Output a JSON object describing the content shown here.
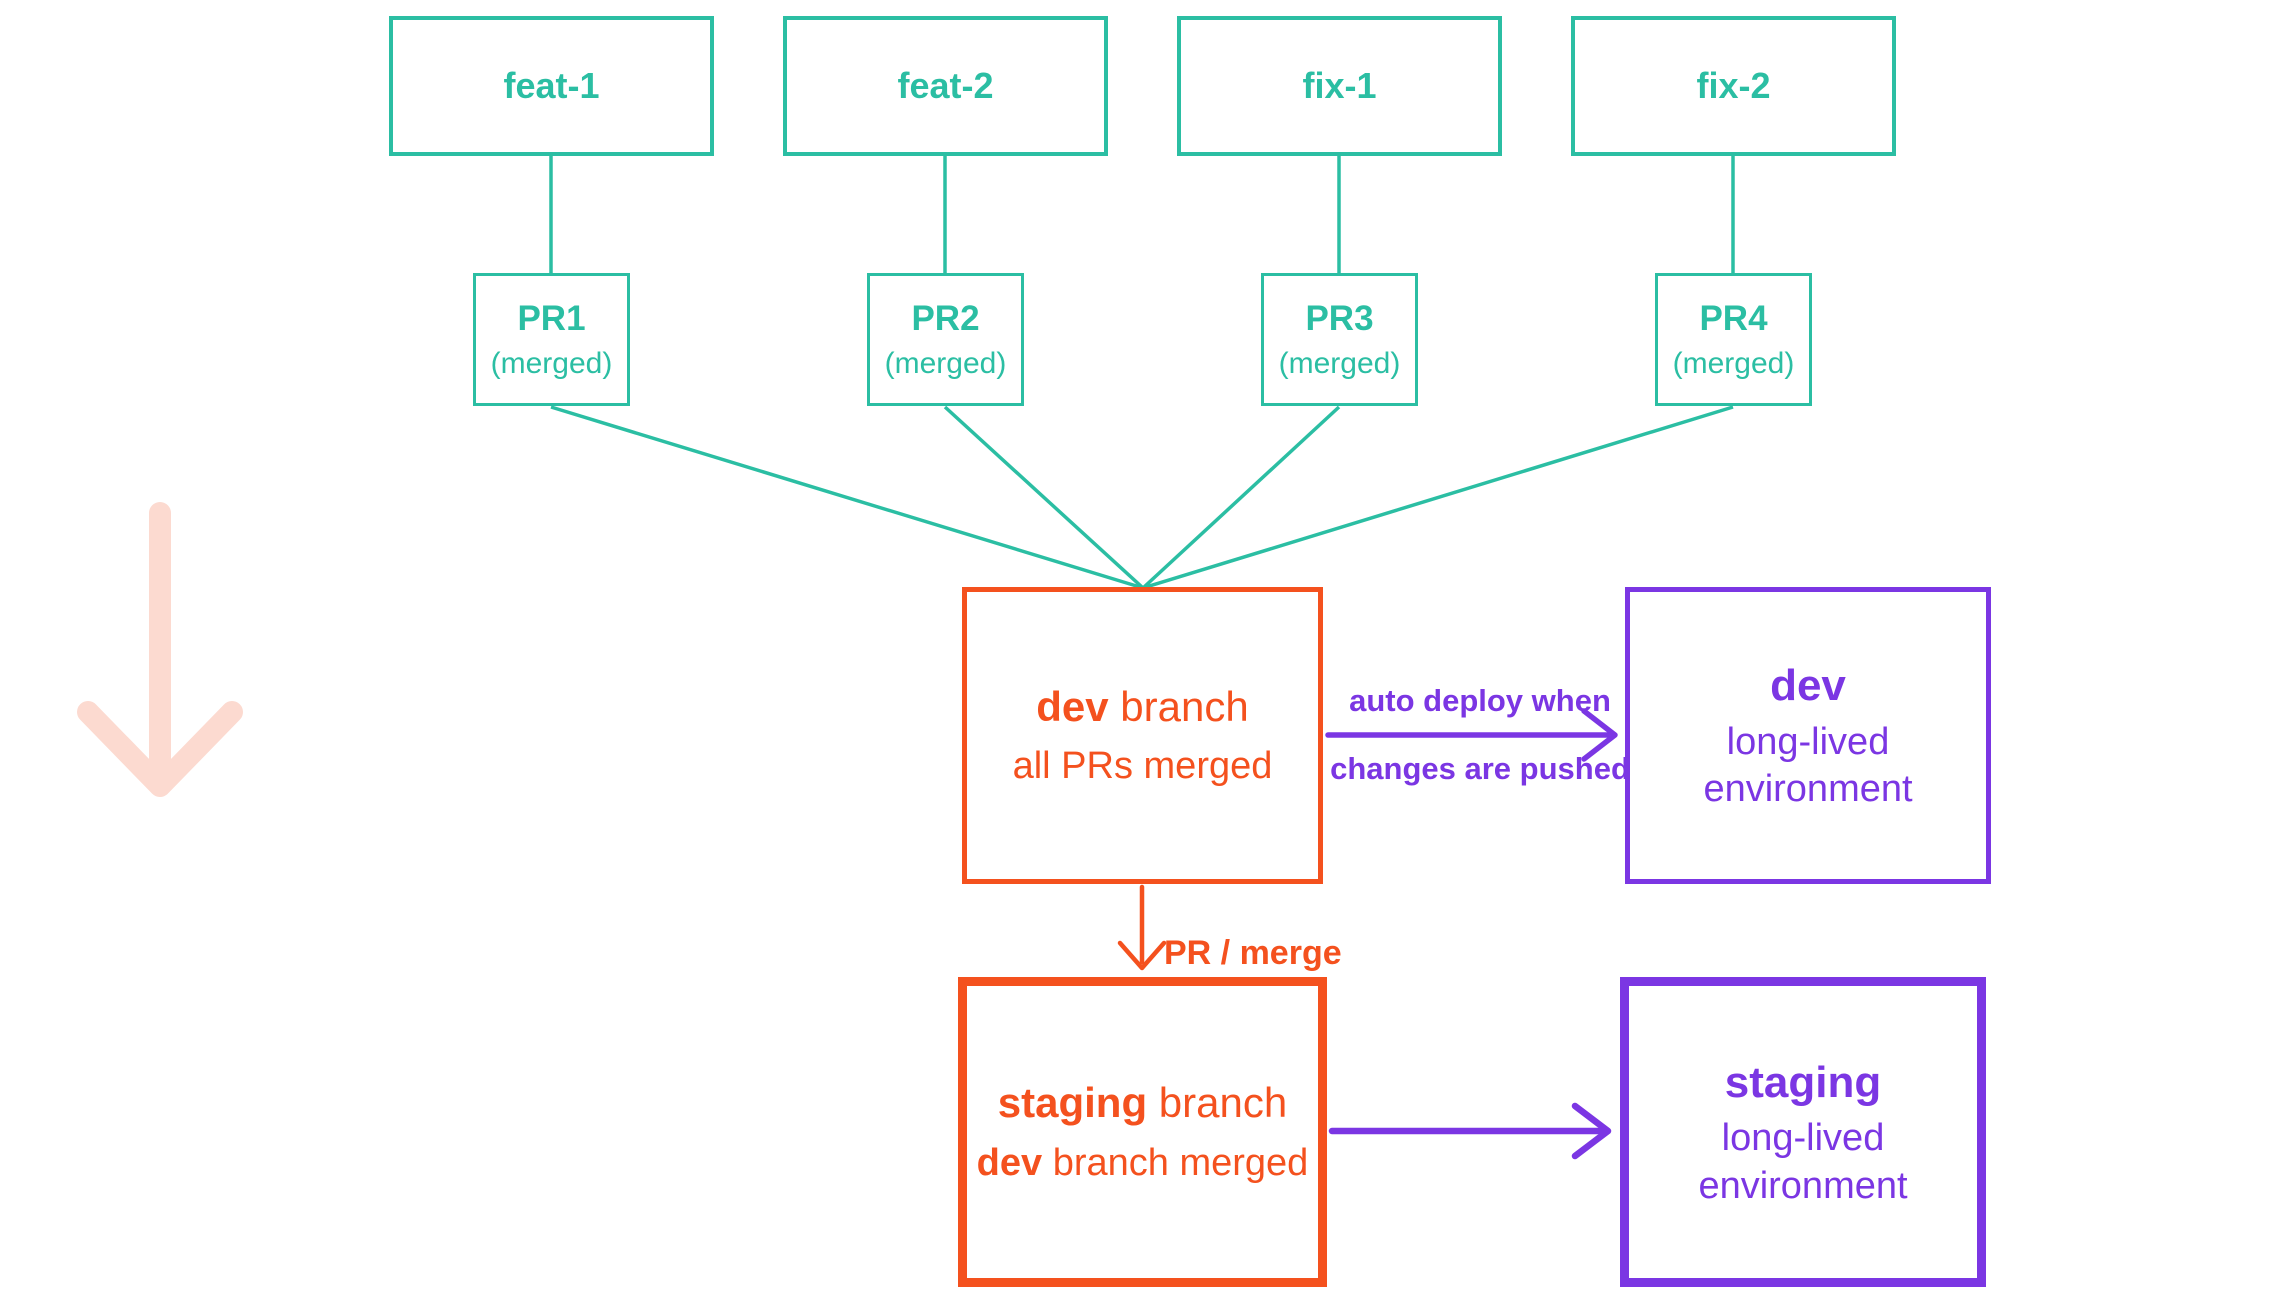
{
  "diagram": {
    "feature_branches": [
      {
        "label": "feat-1"
      },
      {
        "label": "feat-2"
      },
      {
        "label": "fix-1"
      },
      {
        "label": "fix-2"
      }
    ],
    "pull_requests": [
      {
        "label": "PR1",
        "status": "(merged)"
      },
      {
        "label": "PR2",
        "status": "(merged)"
      },
      {
        "label": "PR3",
        "status": "(merged)"
      },
      {
        "label": "PR4",
        "status": "(merged)"
      }
    ],
    "dev_branch": {
      "name": "dev",
      "name_suffix": " branch",
      "subtitle": "all PRs merged"
    },
    "dev_environment": {
      "name": "dev",
      "line1": "long-lived",
      "line2": "environment"
    },
    "staging_branch": {
      "name": "staging",
      "name_suffix": " branch",
      "subtitle_bold": "dev",
      "subtitle_rest": " branch merged"
    },
    "staging_environment": {
      "name": "staging",
      "line1": "long-lived",
      "line2": "environment"
    },
    "arrow_labels": {
      "auto_deploy_line1": "auto deploy when",
      "auto_deploy_line2": "changes are pushed",
      "pr_merge": "PR / merge"
    }
  },
  "colors": {
    "teal": "#2BBEA3",
    "orange": "#F4511E",
    "purple": "#7B36E3",
    "faded_arrow": "#FCDAD0"
  }
}
